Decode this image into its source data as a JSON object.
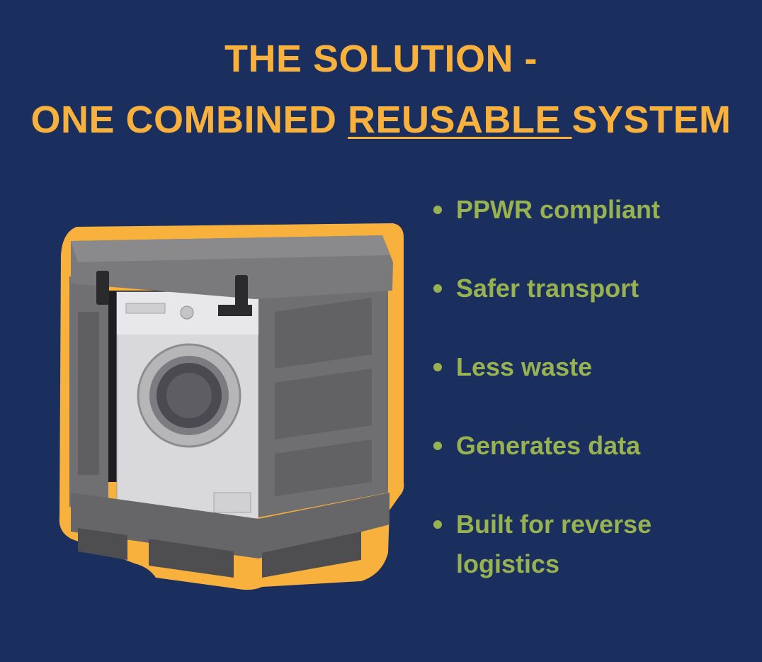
{
  "header": {
    "line1": "THE SOLUTION -",
    "line2_pre": "ONE COMBINED ",
    "line2_underlined": "REUSABLE ",
    "line2_post": "SYSTEM"
  },
  "bullets": [
    "PPWR compliant",
    "Safer transport",
    "Less waste",
    "Generates data",
    "Built for reverse logistics"
  ],
  "colors": {
    "background": "#1b2f5e",
    "title": "#f7b13c",
    "bullets": "#99b250",
    "outline": "#f7b13c",
    "crate": "#6e6e6e"
  },
  "image": {
    "icon": "washing-machine-in-reusable-crate"
  }
}
